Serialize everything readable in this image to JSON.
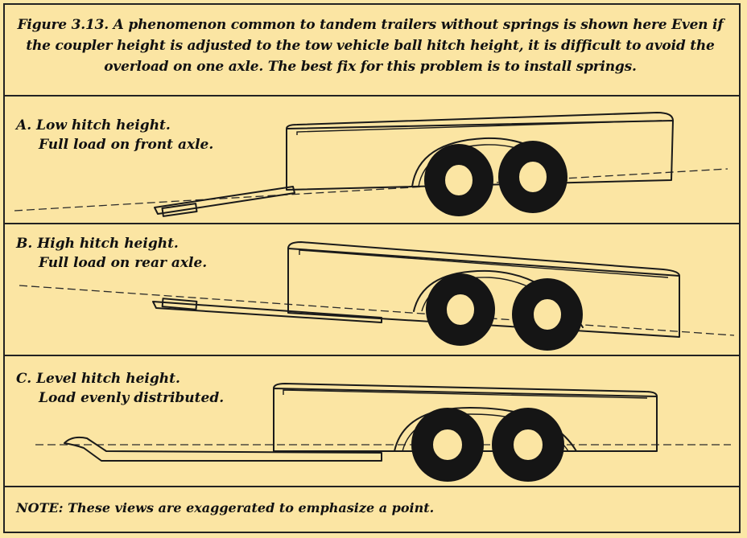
{
  "caption": {
    "line1": "Figure 3.13.  A phenomenon common to tandem trailers without springs is shown here   Even if",
    "line2": "the coupler height is adjusted to the tow vehicle ball hitch height, it is difficult  to avoid the",
    "line3": "overload on one axle.  The best fix for this problem is to install springs."
  },
  "panels": [
    {
      "title": "A.  Low hitch height.",
      "subtitle": "Full load on front axle."
    },
    {
      "title": "B.  High hitch height.",
      "subtitle": "Full load on rear axle."
    },
    {
      "title": "C.  Level hitch height.",
      "subtitle": "Load evenly distributed."
    }
  ],
  "note": "NOTE: These views are exaggerated to emphasize a point.",
  "colors": {
    "background": "#fbe5a3",
    "ink": "#1a1a1a"
  }
}
